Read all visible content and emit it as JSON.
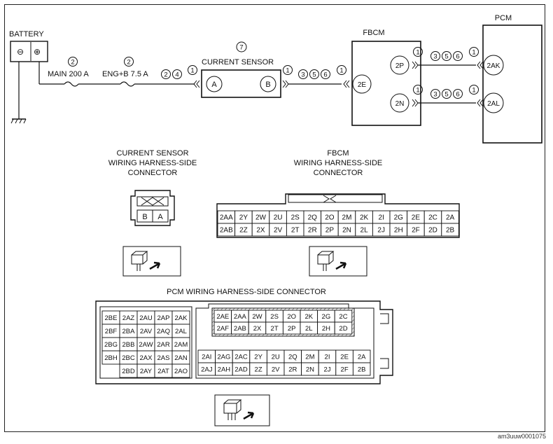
{
  "schematic": {
    "battery": {
      "label": "BATTERY",
      "minus": "⊖",
      "plus": "⊕"
    },
    "fuse_main": {
      "num": "2",
      "label": "MAIN 200 A"
    },
    "fuse_eng": {
      "num": "2",
      "label": "ENG+B 7.5 A"
    },
    "wire_a_codes": [
      "2",
      "4"
    ],
    "current_sensor": {
      "num": "7",
      "label": "CURRENT SENSOR",
      "pin_a": "A",
      "pin_b": "B",
      "left_code": "1",
      "right_codes": [
        "1",
        "3",
        "5",
        "6",
        "1"
      ]
    },
    "fbcm": {
      "label": "FBCM",
      "pin_in": "2E",
      "pin_p": "2P",
      "pin_n": "2N"
    },
    "pcm": {
      "label": "PCM",
      "pin_ak": "2AK",
      "pin_al": "2AL"
    },
    "fbcm_pcm_codes_top": [
      "1",
      "3",
      "5",
      "6",
      "1"
    ],
    "fbcm_pcm_codes_bottom": [
      "1",
      "3",
      "5",
      "6",
      "1"
    ]
  },
  "current_sensor_connector": {
    "title_lines": [
      "CURRENT SENSOR",
      "WIRING HARNESS-SIDE",
      "CONNECTOR"
    ],
    "pins": [
      "B",
      "A"
    ]
  },
  "fbcm_connector": {
    "title_lines": [
      "FBCM",
      "WIRING HARNESS-SIDE",
      "CONNECTOR"
    ],
    "row1": [
      "2AA",
      "2Y",
      "2W",
      "2U",
      "2S",
      "2Q",
      "2O",
      "2M",
      "2K",
      "2I",
      "2G",
      "2E",
      "2C",
      "2A"
    ],
    "row2": [
      "2AB",
      "2Z",
      "2X",
      "2V",
      "2T",
      "2R",
      "2P",
      "2N",
      "2L",
      "2J",
      "2H",
      "2F",
      "2D",
      "2B"
    ]
  },
  "pcm_connector": {
    "title": "PCM WIRING HARNESS-SIDE CONNECTOR",
    "left_grid": [
      [
        "2BE",
        "2AZ",
        "2AU",
        "2AP",
        "2AK"
      ],
      [
        "2BF",
        "2BA",
        "2AV",
        "2AQ",
        "2AL"
      ],
      [
        "2BG",
        "2BB",
        "2AW",
        "2AR",
        "2AM"
      ],
      [
        "2BH",
        "2BC",
        "2AX",
        "2AS",
        "2AN"
      ],
      [
        "",
        "2BD",
        "2AY",
        "2AT",
        "2AO"
      ]
    ],
    "upper_block": [
      [
        "2AE",
        "2AA",
        "2W",
        "2S",
        "2O",
        "2K",
        "2G",
        "2C"
      ],
      [
        "2AF",
        "2AB",
        "2X",
        "2T",
        "2P",
        "2L",
        "2H",
        "2D"
      ]
    ],
    "lower_block": [
      [
        "2AI",
        "2AG",
        "2AC",
        "2Y",
        "2U",
        "2Q",
        "2M",
        "2I",
        "2E",
        "2A"
      ],
      [
        "2AJ",
        "2AH",
        "2AD",
        "2Z",
        "2V",
        "2R",
        "2N",
        "2J",
        "2F",
        "2B"
      ]
    ]
  },
  "footer_code": "am3uuw0001075",
  "colors": {
    "line": "#111111",
    "hatch": "#444444"
  }
}
